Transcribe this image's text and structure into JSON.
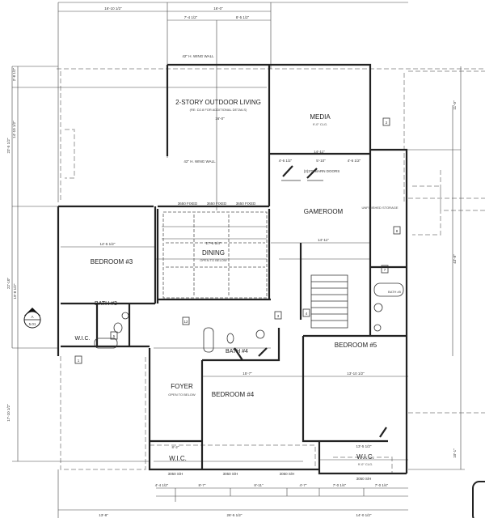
{
  "rooms": {
    "outdoor": {
      "name": "2-STORY OUTDOOR LIVING",
      "note": "(RE: D2.8 FOR ADDITIONAL DETAILS)",
      "dim": "16'-0\""
    },
    "media": {
      "name": "MEDIA",
      "note": "9'-0\" CLG.",
      "dim": "14'-11\""
    },
    "gameroom": {
      "name": "GAMEROOM",
      "dim": "14'-11\""
    },
    "storage": {
      "name": "UNFINISHED STORAGE"
    },
    "bedroom3": {
      "name": "BEDROOM #3",
      "dim": "14'-5 1/2\""
    },
    "dining": {
      "name": "DINING",
      "note": "OPEN TO BELOW",
      "dim": "17'-6 1/4\""
    },
    "bath3": {
      "name": "BATH #3"
    },
    "wic3": {
      "name": "W.I.C."
    },
    "bath4": {
      "name": "BATH #4"
    },
    "bath5": {
      "name": "BATH #5"
    },
    "bedroom5": {
      "name": "BEDROOM #5",
      "dim": "13'-10 1/2\""
    },
    "foyer": {
      "name": "FOYER",
      "note": "OPEN TO BELOW"
    },
    "bedroom4": {
      "name": "BEDROOM #4",
      "dim": "15'-7\""
    },
    "wic4": {
      "name": "W.I.C.",
      "dim": "8'-2\""
    },
    "wic5": {
      "name": "W.I.C.",
      "note": "9'-0\" CLG.",
      "dim": "13'-5 1/2\""
    }
  },
  "notes": {
    "wing_wall_top": "42\" H. WING WALL",
    "wing_wall_bottom": "42\" H. WING WALL",
    "barn_doors": "(2)3'0\" BARN DOORS"
  },
  "dimensions": {
    "top": [
      "16'-10 1/2\"",
      "16'-0\"",
      "7'-4 1/2\"",
      "8'-5 1/2\""
    ],
    "bottom_row1": [
      "4'-4 1/2\"",
      "8'-7\"",
      "8'-11\"",
      "4'-7\"",
      "7'-0 1/4\"",
      "7'-0 1/4\""
    ],
    "bottom_row2": [
      "13'-8\"",
      "26'-5 1/2\"",
      "14'-0 1/2\""
    ],
    "left": [
      "2'-8 1/2\"",
      "14'-10 1/2\"",
      "23'-5 1/2\"",
      "22'-10\"",
      "19'-8 1/2\"",
      "17'-10 1/2\""
    ],
    "right": [
      "11'-0\"",
      "43'-8\"",
      "10'-1\""
    ],
    "media_row": [
      "4'-6 1/2\"",
      "5'-10\"",
      "4'-6 1/2\""
    ],
    "windows": [
      "3650 FIXED",
      "3650 FIXED",
      "3650 FIXED",
      "3050 S/H",
      "3050 S/H",
      "3050 S/H",
      "3050 S/H"
    ]
  },
  "section_marker": {
    "letter": "A",
    "sheet": "5.01"
  },
  "tags": [
    "2",
    "8",
    "7",
    "5",
    "4",
    "3",
    "12",
    "1"
  ]
}
